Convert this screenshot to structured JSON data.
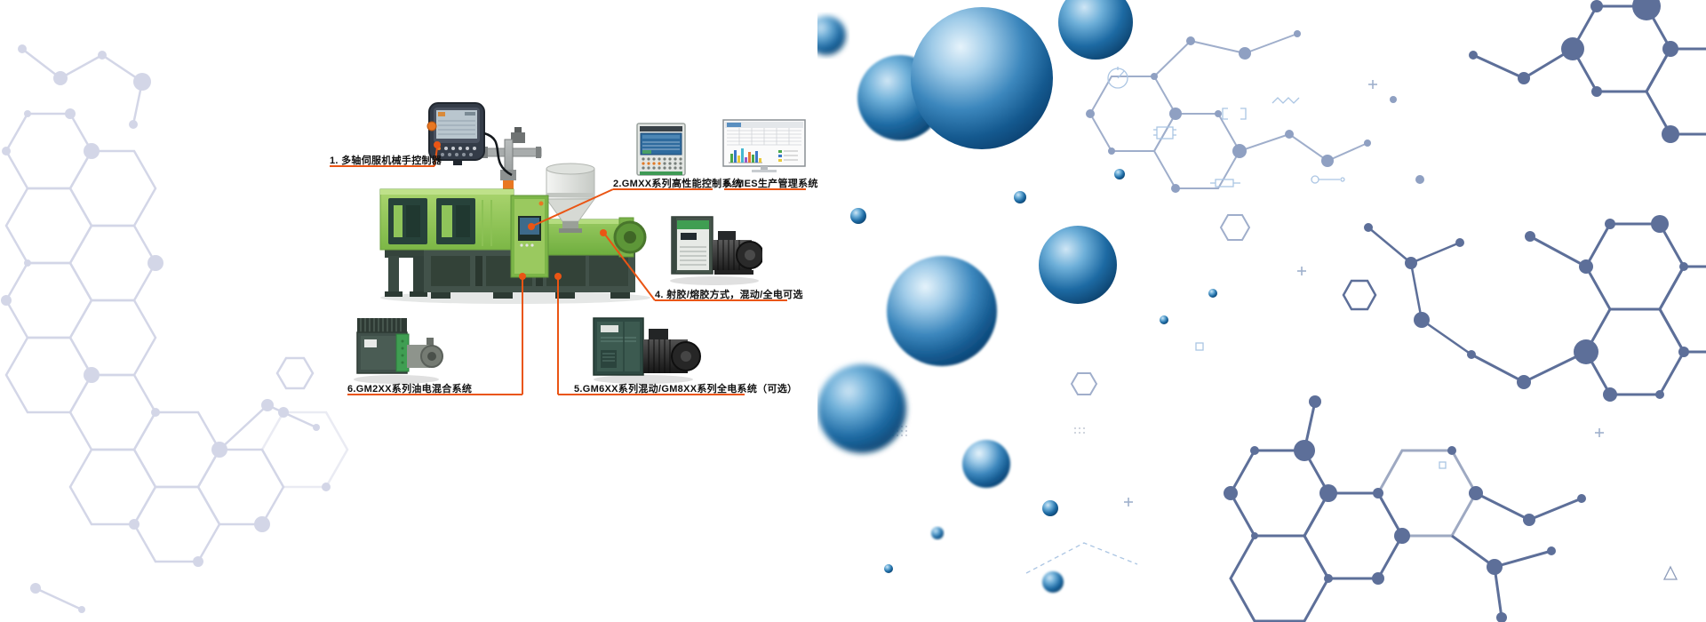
{
  "callouts": [
    {
      "label": "1. 多轴伺服机械手控制器"
    },
    {
      "label": "2.GMXX系列高性能控制系统"
    },
    {
      "label": "3. MES生产管理系统"
    },
    {
      "label": "4. 射胶/熔胶方式，混动/全电可选"
    },
    {
      "label": "5.GM6XX系列混动/GM8XX系列全电系统（可选）"
    },
    {
      "label": "6.GM2XX系列油电混合系统"
    }
  ],
  "components": [
    {
      "icon": "teach-pendant"
    },
    {
      "icon": "hmi-control-panel"
    },
    {
      "icon": "mes-dashboard-screen"
    },
    {
      "icon": "servo-drive-with-motor"
    },
    {
      "icon": "drive-cabinet-with-motor"
    },
    {
      "icon": "hybrid-controller-with-pump"
    },
    {
      "icon": "injection-molding-machine"
    }
  ],
  "colors": {
    "accent_orange": "#ea5514",
    "machine_green_light": "#a9d56d",
    "machine_green_dark": "#7cb746",
    "machine_base": "#42524a",
    "sphere_blue": "#1d6aa3",
    "network_navy": "#5d6f99",
    "network_lavender": "#c9cde2"
  }
}
